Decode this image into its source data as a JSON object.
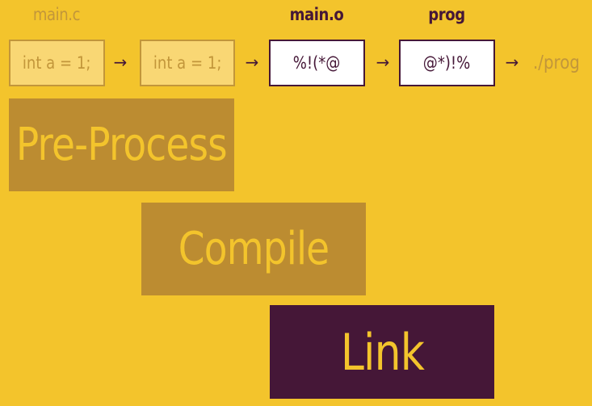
{
  "labels": {
    "source": "main.c",
    "object": "main.o",
    "program": "prog"
  },
  "boxes": {
    "source_code": "int a = 1;",
    "preprocessed_code": "int a = 1;",
    "object_bytes": "%!(*@",
    "program_bytes": "@*)!%"
  },
  "arrow_glyph": "→",
  "output": "./prog",
  "stages": {
    "preprocess": "Pre-Process",
    "compile": "Compile",
    "link": "Link"
  },
  "colors": {
    "background": "#F3C42C",
    "muted": "#BC8C31",
    "dark": "#451737",
    "light_box": "#F9D774"
  }
}
